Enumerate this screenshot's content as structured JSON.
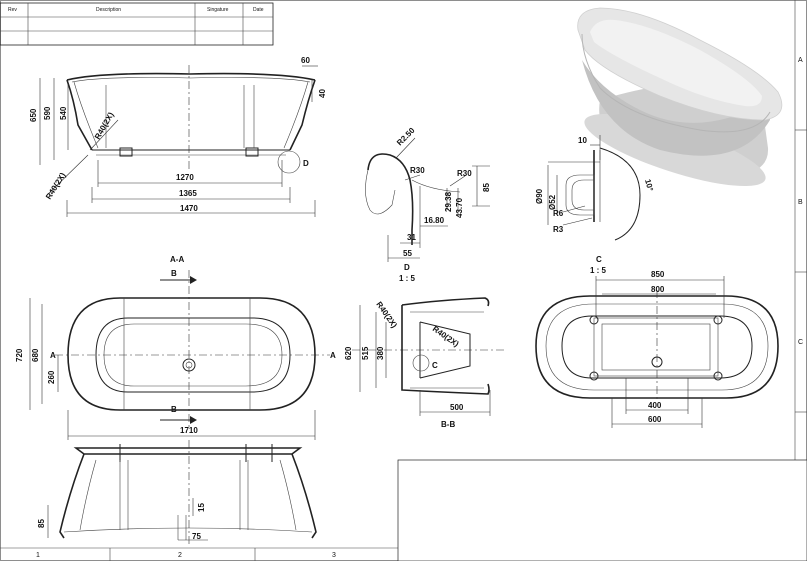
{
  "revision_table": {
    "headers": [
      "Rev",
      "Description",
      "Singature",
      "Date"
    ]
  },
  "zones": {
    "columns": [
      "1",
      "2",
      "3"
    ],
    "rows": [
      "A",
      "B",
      "C"
    ]
  },
  "views": {
    "side_view": {
      "dims": [
        "60",
        "40",
        "650",
        "590",
        "540",
        "R40(2X)",
        "R40(2X)",
        "1270",
        "1365",
        "1470"
      ],
      "detail_ref": "D"
    },
    "detail_d": {
      "label": "D",
      "scale": "1 : 5",
      "dims": [
        "R2.50",
        "R30",
        "R30",
        "29.38",
        "43.70",
        "85",
        "16.80",
        "31",
        "55"
      ]
    },
    "detail_c": {
      "dims": [
        "10",
        "Ø90",
        "Ø52",
        "R6",
        "R3",
        "10°"
      ]
    },
    "plan_view": {
      "section_label": "A-A",
      "section_markers": [
        "B",
        "B",
        "A",
        "A"
      ],
      "dims": [
        "720",
        "680",
        "260",
        "1710"
      ]
    },
    "section_bb": {
      "label": "B-B",
      "dims": [
        "R40(2X)",
        "R40(2X)",
        "620",
        "515",
        "380",
        "500"
      ],
      "detail_ref": "C"
    },
    "detail_c_plan": {
      "label": "C",
      "scale": "1 : 5",
      "dims": [
        "850",
        "800",
        "400",
        "600"
      ]
    },
    "front_view": {
      "dims": [
        "85",
        "15",
        "75"
      ]
    }
  },
  "colors": {
    "line": "#222222",
    "render_tub": "#e4e4e4",
    "render_shade": "#bdbdbd"
  }
}
